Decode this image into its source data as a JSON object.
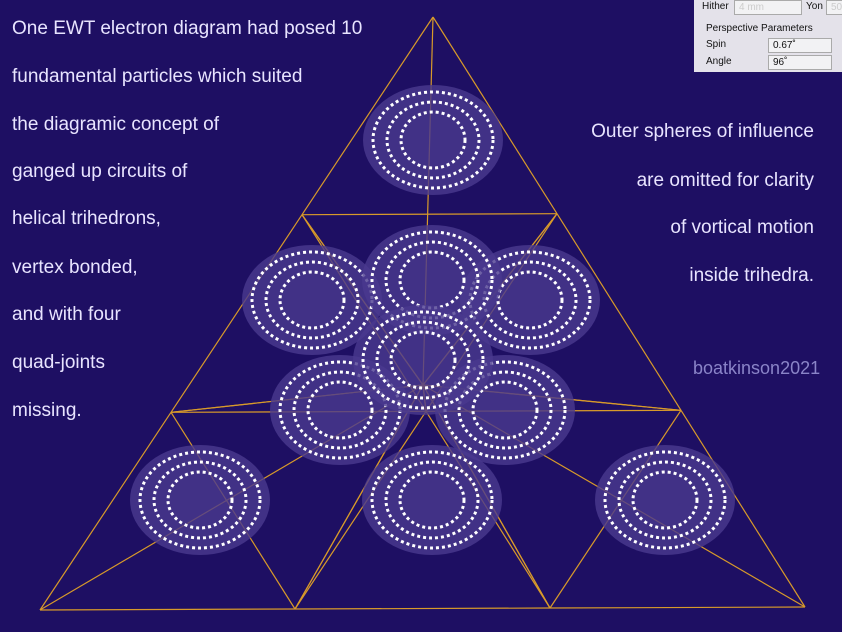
{
  "left_text": [
    "One EWT electron diagram had  posed 10",
    "fundamental particles which suited",
    "the diagramic  concept of",
    "ganged up circuits of",
    "helical trihedrons,",
    "vertex bonded,",
    "and with four",
    "quad-joints",
    "missing."
  ],
  "right_text": [
    "Outer spheres of influence",
    "are omitted for clarity",
    "of vortical motion",
    "inside trihedra."
  ],
  "signature": "boatkinson2021",
  "panel": {
    "hither_label": "Hither",
    "hither_value": "4 mm",
    "yon_label": "Yon",
    "yon_value": "50",
    "group_title": "Perspective Parameters",
    "spin_label": "Spin",
    "spin_value": "0.67˚",
    "angle_label": "Angle",
    "angle_value": "96˚"
  },
  "colors": {
    "background": "#1e0f63",
    "edges": "#d89a2a",
    "loops": "#ffffff"
  }
}
